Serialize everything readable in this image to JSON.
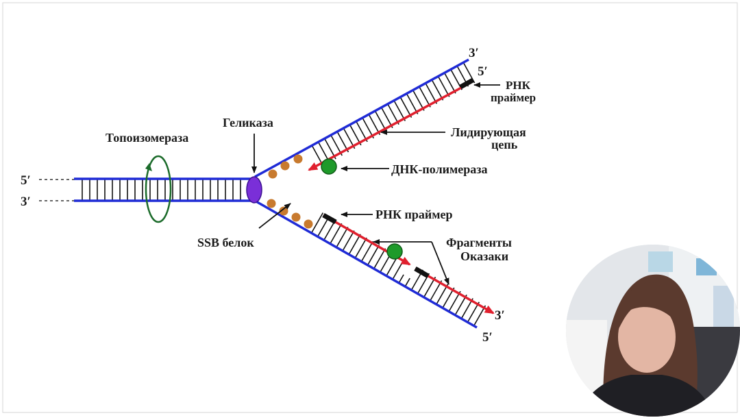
{
  "diagram": {
    "labels": {
      "topoisomerase": "Топоизомераза",
      "helicase": "Геликаза",
      "ssb": "SSB белок",
      "rna_primer_top_line1": "РНК",
      "rna_primer_top_line2": "праймер",
      "leading_line1": "Лидирующая",
      "leading_line2": "цепь",
      "dna_polymerase": "ДНК-полимераза",
      "rna_primer_bottom": "РНК праймер",
      "okazaki_line1": "Фрагменты",
      "okazaki_line2": "Оказаки"
    },
    "ends": {
      "left_top": "5′",
      "left_bottom": "3′",
      "upper_3": "3′",
      "upper_5": "5′",
      "lower_3": "3′",
      "lower_5": "5′"
    },
    "colors": {
      "template_strand": "#1f2bd6",
      "new_strand": "#e0202e",
      "helicase": "#7a2fd8",
      "polymerase": "#1e9a2a",
      "ssb": "#c87a2e",
      "topoisomerase_ring": "#1b6b2a",
      "primer": "#111111"
    }
  },
  "webcam": {
    "icon": "person-video-thumbnail"
  }
}
